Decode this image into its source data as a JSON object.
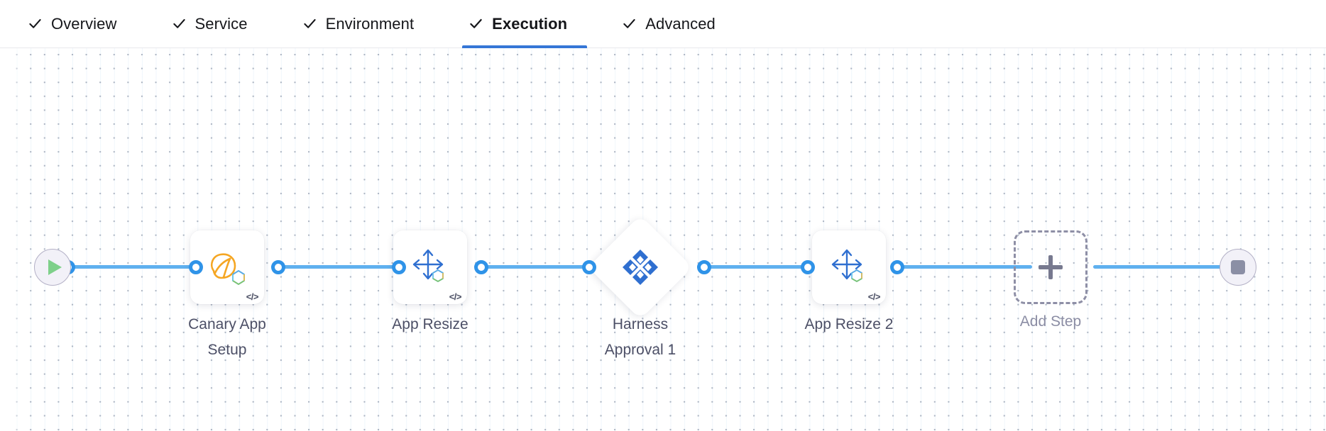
{
  "tabs": [
    {
      "label": "Overview",
      "icon": "check-icon",
      "active": false
    },
    {
      "label": "Service",
      "icon": "check-icon",
      "active": false
    },
    {
      "label": "Environment",
      "icon": "check-icon",
      "active": false
    },
    {
      "label": "Execution",
      "icon": "check-icon",
      "active": true
    },
    {
      "label": "Advanced",
      "icon": "check-icon",
      "active": false
    }
  ],
  "colors": {
    "accent_blue": "#3576d6",
    "connector_blue": "#5fb0ef",
    "dot_blue": "#2f93e8",
    "harness_blue": "#2f6fd0",
    "canary_orange": "#f5a623",
    "play_green": "#7ed08a",
    "stop_gray": "#8b8fa5",
    "label_gray": "#4c4f66",
    "muted_gray": "#8b8da4",
    "dash_gray": "#8e8fa6"
  },
  "pipeline": {
    "start_node": {
      "name": "start-node",
      "icon": "play-icon"
    },
    "end_node": {
      "name": "end-node",
      "icon": "stop-icon"
    },
    "steps": [
      {
        "id": "canary-app-setup",
        "label": "Canary App\nSetup",
        "type": "card",
        "icon": "canary-bird-icon",
        "badge": "code-icon",
        "badge_text": "</>"
      },
      {
        "id": "app-resize",
        "label": "App Resize",
        "type": "card",
        "icon": "resize-arrows-icon",
        "badge": "code-icon",
        "badge_text": "</>"
      },
      {
        "id": "harness-approval-1",
        "label": "Harness\nApproval 1",
        "type": "diamond",
        "icon": "harness-logo-icon",
        "badge": null,
        "badge_text": ""
      },
      {
        "id": "app-resize-2",
        "label": "App Resize 2",
        "type": "card",
        "icon": "resize-arrows-icon",
        "badge": "code-icon",
        "badge_text": "</>"
      },
      {
        "id": "add-step",
        "label": "Add Step",
        "type": "add",
        "icon": "plus-icon",
        "badge": null,
        "badge_text": ""
      }
    ]
  }
}
